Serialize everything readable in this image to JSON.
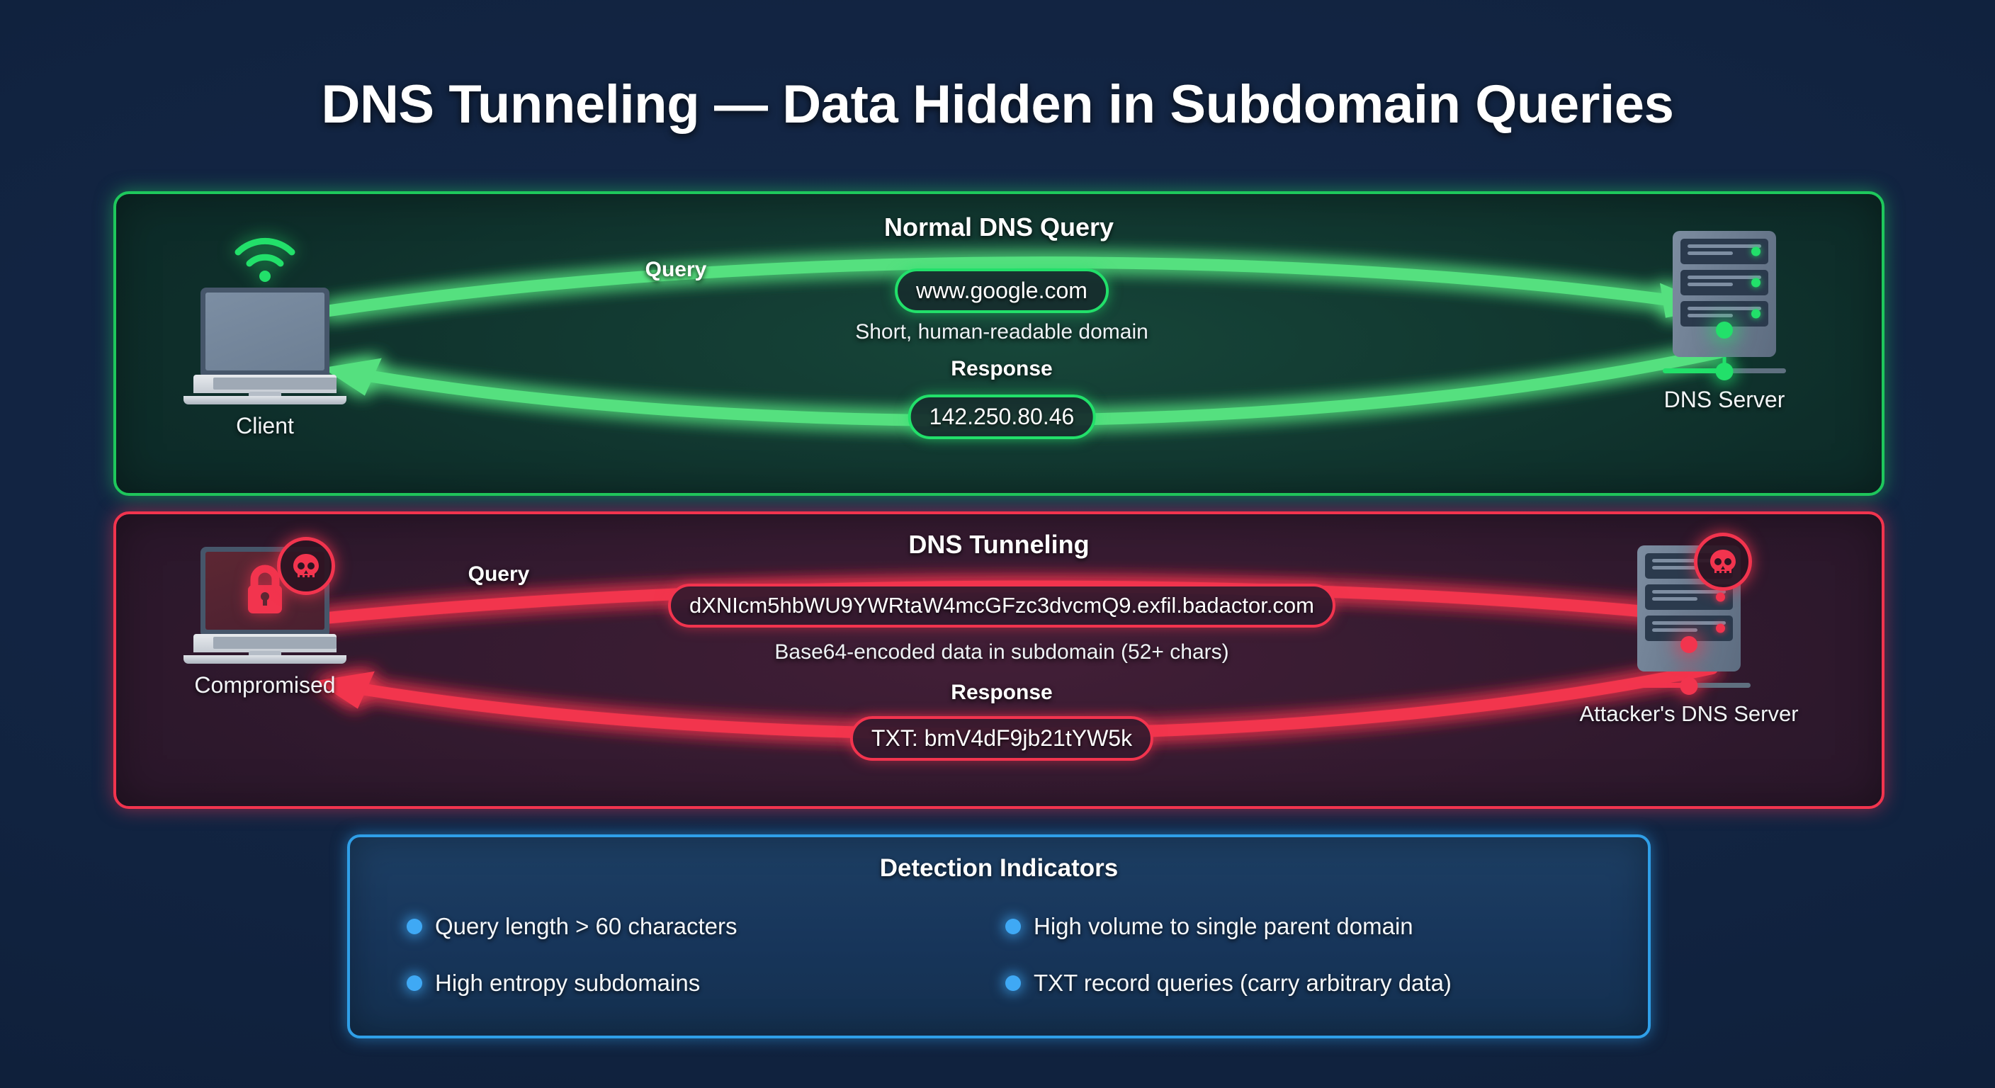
{
  "title": "DNS Tunneling — Data Hidden in Subdomain Queries",
  "colors": {
    "background": "#12243f",
    "green_accent": "#22e06a",
    "red_accent": "#f2344e",
    "blue_accent": "#3fa9f5",
    "green_panel_bg": "#0e2e2a",
    "red_panel_bg": "#2d1a2e",
    "blue_panel_bg": "#1b3a5c"
  },
  "normal_panel": {
    "heading": "Normal DNS Query",
    "client": {
      "label": "Client",
      "icon": "laptop-icon",
      "status_icon": "wifi-icon"
    },
    "server": {
      "label": "DNS Server",
      "icon": "server-rack-icon"
    },
    "query": {
      "label": "Query",
      "pill": "www.google.com",
      "caption": "Short, human-readable domain"
    },
    "response": {
      "label": "Response",
      "pill": "142.250.80.46"
    }
  },
  "tunnel_panel": {
    "heading": "DNS Tunneling",
    "client": {
      "label": "Compromised",
      "icon": "laptop-icon",
      "status_icon": "skull-icon",
      "screen_icon": "lock-icon"
    },
    "server": {
      "label": "Attacker's DNS Server",
      "icon": "server-rack-icon",
      "status_icon": "skull-icon"
    },
    "query": {
      "label": "Query",
      "pill": "dXNIcm5hbWU9YWRtaW4mcGFzc3dvcmQ9.exfil.badactor.com",
      "caption": "Base64-encoded data in subdomain (52+ chars)"
    },
    "response": {
      "label": "Response",
      "pill": "TXT: bmV4dF9jb21tYW5k"
    }
  },
  "detection": {
    "heading": "Detection Indicators",
    "items": [
      "Query length > 60 characters",
      "High volume to single parent domain",
      "High entropy subdomains",
      "TXT record queries (carry arbitrary data)"
    ]
  }
}
